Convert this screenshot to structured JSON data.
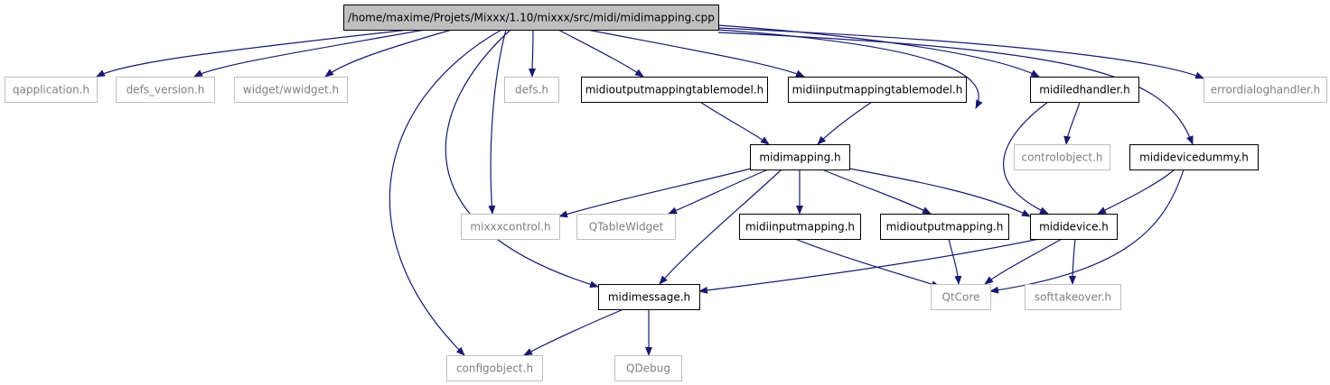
{
  "colors": {
    "edge": "#191970",
    "border_documented": "#000000",
    "border_external": "#bfbfbf",
    "fill_root": "#bfbfbf",
    "fill_default": "#ffffff",
    "text_documented": "#000000",
    "text_external": "#808080"
  },
  "nodes": {
    "root": {
      "label": "/home/maxime/Projets/Mixxx/1.10/mixxx/src/midi/midimapping.cpp",
      "kind": "root"
    },
    "qapplication": {
      "label": "qapplication.h",
      "kind": "external"
    },
    "defs_version": {
      "label": "defs_version.h",
      "kind": "external"
    },
    "wwidget": {
      "label": "widget/wwidget.h",
      "kind": "external"
    },
    "defs": {
      "label": "defs.h",
      "kind": "external"
    },
    "midioutputmappingtablemodel": {
      "label": "midioutputmappingtablemodel.h",
      "kind": "documented"
    },
    "midiinputmappingtablemodel": {
      "label": "midiinputmappingtablemodel.h",
      "kind": "documented"
    },
    "midiledhandler": {
      "label": "midiledhandler.h",
      "kind": "documented"
    },
    "errordialoghandler": {
      "label": "errordialoghandler.h",
      "kind": "external"
    },
    "midimapping": {
      "label": "midimapping.h",
      "kind": "documented"
    },
    "controlobject": {
      "label": "controlobject.h",
      "kind": "external"
    },
    "mididevicedummy": {
      "label": "mididevicedummy.h",
      "kind": "documented"
    },
    "mixxxcontrol": {
      "label": "mixxxcontrol.h",
      "kind": "external"
    },
    "qtablewidget": {
      "label": "QTableWidget",
      "kind": "external"
    },
    "midiinputmapping": {
      "label": "midiinputmapping.h",
      "kind": "documented"
    },
    "midioutputmapping": {
      "label": "midioutputmapping.h",
      "kind": "documented"
    },
    "mididevice": {
      "label": "mididevice.h",
      "kind": "documented"
    },
    "midimessage": {
      "label": "midimessage.h",
      "kind": "documented"
    },
    "qtcore": {
      "label": "QtCore",
      "kind": "external"
    },
    "softtakeover": {
      "label": "softtakeover.h",
      "kind": "external"
    },
    "configobject": {
      "label": "configobject.h",
      "kind": "external"
    },
    "qdebug": {
      "label": "QDebug",
      "kind": "external"
    }
  },
  "edges": [
    [
      "root",
      "qapplication"
    ],
    [
      "root",
      "defs_version"
    ],
    [
      "root",
      "wwidget"
    ],
    [
      "root",
      "defs"
    ],
    [
      "root",
      "midioutputmappingtablemodel"
    ],
    [
      "root",
      "midiinputmappingtablemodel"
    ],
    [
      "root",
      "midiledhandler"
    ],
    [
      "root",
      "errordialoghandler"
    ],
    [
      "root",
      "midimapping"
    ],
    [
      "root",
      "mididevicedummy"
    ],
    [
      "root",
      "mixxxcontrol"
    ],
    [
      "root",
      "midimessage"
    ],
    [
      "root",
      "configobject"
    ],
    [
      "midioutputmappingtablemodel",
      "midimapping"
    ],
    [
      "midiinputmappingtablemodel",
      "midimapping"
    ],
    [
      "midiledhandler",
      "controlobject"
    ],
    [
      "midiledhandler",
      "mididevice"
    ],
    [
      "mididevicedummy",
      "mididevice"
    ],
    [
      "mididevicedummy",
      "qtcore"
    ],
    [
      "midimapping",
      "mixxxcontrol"
    ],
    [
      "midimapping",
      "qtablewidget"
    ],
    [
      "midimapping",
      "midiinputmapping"
    ],
    [
      "midimapping",
      "midioutputmapping"
    ],
    [
      "midimapping",
      "mididevice"
    ],
    [
      "midimapping",
      "midimessage"
    ],
    [
      "midiinputmapping",
      "qtcore"
    ],
    [
      "midioutputmapping",
      "qtcore"
    ],
    [
      "mididevice",
      "midimessage"
    ],
    [
      "mididevice",
      "qtcore"
    ],
    [
      "mididevice",
      "softtakeover"
    ],
    [
      "midimessage",
      "configobject"
    ],
    [
      "midimessage",
      "qdebug"
    ]
  ]
}
